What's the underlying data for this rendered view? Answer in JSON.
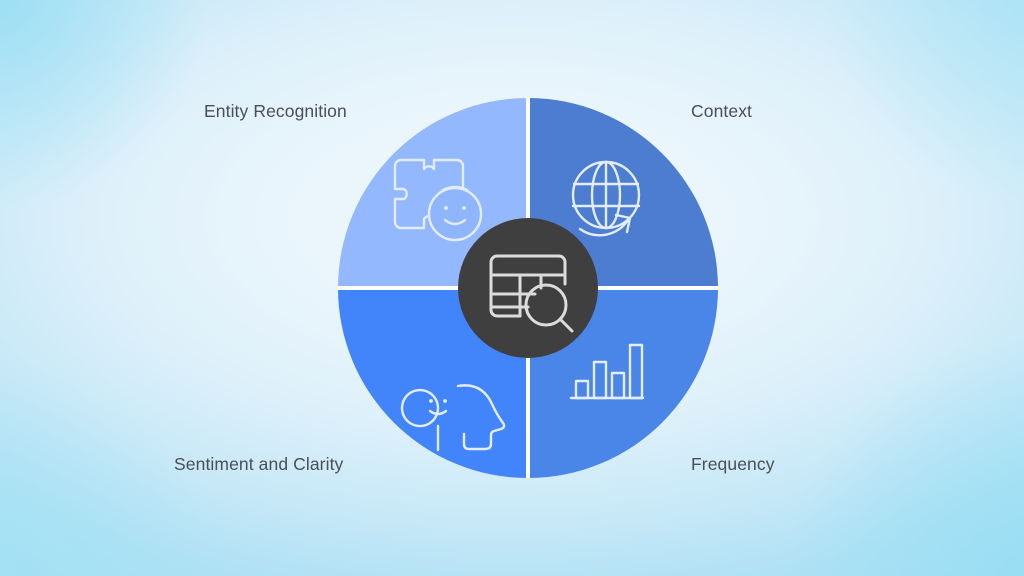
{
  "diagram": {
    "type": "four-quadrant-donut",
    "title_visible": false,
    "center": {
      "icon": "table-search-icon",
      "circle_color": "#3f3f3f",
      "icon_stroke": "#dcdcdc"
    },
    "quadrants": [
      {
        "id": "entity-recognition",
        "label": "Entity Recognition",
        "position": "top-left",
        "color": "#93b8fd",
        "icon": "puzzle-face-icon"
      },
      {
        "id": "context",
        "label": "Context",
        "position": "top-right",
        "color": "#4c7dd1",
        "icon": "globe-arrow-icon"
      },
      {
        "id": "frequency",
        "label": "Frequency",
        "position": "bottom-right",
        "color": "#4a85e8",
        "icon": "bar-chart-icon"
      },
      {
        "id": "sentiment-and-clarity",
        "label": "Sentiment and Clarity",
        "position": "bottom-left",
        "color": "#4285fb",
        "icon": "head-sentiment-icon"
      }
    ],
    "colors": {
      "background_center": "#edf7fd",
      "background_edge": "#a6dff3",
      "label_text": "#4a4f57",
      "divider": "#ffffff"
    }
  }
}
